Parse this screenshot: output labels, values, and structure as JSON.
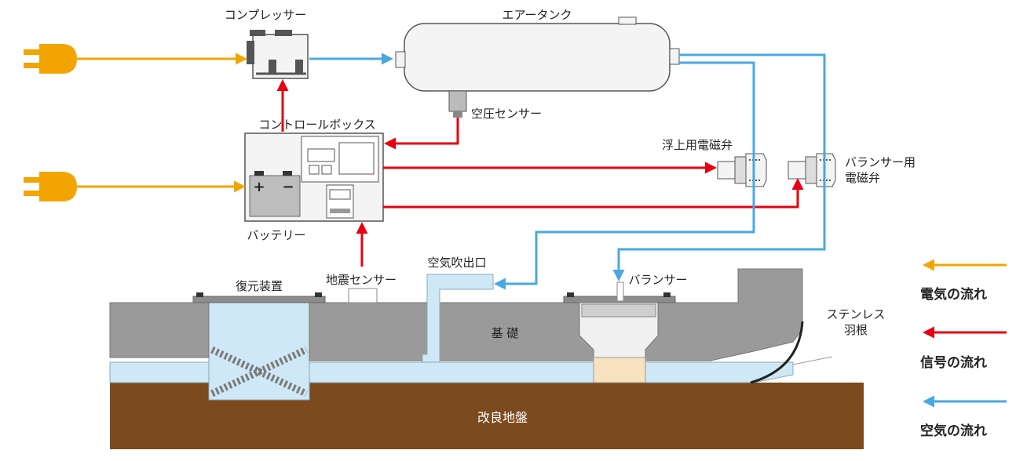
{
  "labels": {
    "compressor": "コンプレッサー",
    "air_tank": "エアータンク",
    "pressure_sensor": "空圧センサー",
    "control_box": "コントロールボックス",
    "float_valve": "浮上用電磁弁",
    "balancer_valve_line1": "バランサー用",
    "balancer_valve_line2": "電磁弁",
    "battery": "バッテリー",
    "battery_plus": "+",
    "battery_minus": "−",
    "restoring_device": "復元装置",
    "quake_sensor": "地震センサー",
    "air_outlet": "空気吹出口",
    "balancer": "バランサー",
    "foundation": "基 礎",
    "stainless_blade_line1": "ステンレス",
    "stainless_blade_line2": "羽根",
    "improved_ground": "改良地盤"
  },
  "legend": [
    {
      "label": "電気の流れ",
      "color": "#f2a500"
    },
    {
      "label": "信号の流れ",
      "color": "#e60012"
    },
    {
      "label": "空気の流れ",
      "color": "#4aa8e0"
    }
  ],
  "colors": {
    "electric": "#f2a500",
    "signal": "#e60012",
    "air": "#4aa8e0",
    "ground": "#7b4a1e",
    "foundation": "#9a9a9a",
    "air_layer": "#cfe8f6"
  }
}
